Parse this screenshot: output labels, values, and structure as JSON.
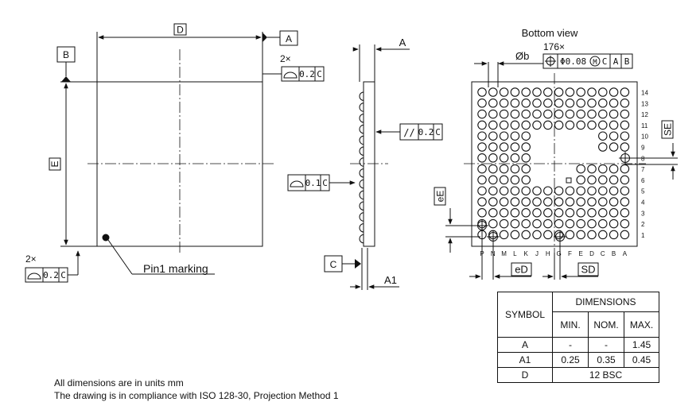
{
  "top_view": {
    "label_D": "D",
    "label_E": "E",
    "label_A": "A",
    "label_B": "B",
    "pin1_label": "Pin1 marking",
    "flatness_count_top": "2×",
    "flatness_value_top": "0.2",
    "flatness_datum_top": "C",
    "flatness_count_bottom": "2×",
    "flatness_value_bottom": "0.2",
    "flatness_datum_bottom": "C"
  },
  "side_view": {
    "label_A": "A",
    "label_A1": "A1",
    "label_C": "C",
    "parallelism_symbol": "//",
    "parallelism_value": "0.2",
    "parallelism_datum": "C",
    "flatness_value": "0.1",
    "flatness_datum": "C"
  },
  "bottom_view": {
    "title": "Bottom view",
    "ball_count": "176×",
    "label_b": "Øb",
    "position_tol": "Φ0.08",
    "mmc_symbol": "M",
    "datum_1": "C",
    "datum_2": "A",
    "datum_3": "B",
    "label_SE": "SE",
    "label_eE": "eE",
    "label_eD": "eD",
    "label_SD": "SD",
    "row_labels": [
      "14",
      "13",
      "12",
      "11",
      "10",
      "9",
      "8",
      "7",
      "6",
      "5",
      "4",
      "3",
      "2",
      "1"
    ],
    "col_labels": [
      "P",
      "N",
      "M",
      "L",
      "K",
      "J",
      "H",
      "G",
      "F",
      "E",
      "D",
      "C",
      "B",
      "A"
    ]
  },
  "table": {
    "symbol_header": "SYMBOL",
    "dimensions_header": "DIMENSIONS",
    "min_header": "MIN.",
    "nom_header": "NOM.",
    "max_header": "MAX.",
    "rows": [
      {
        "symbol": "A",
        "min": "-",
        "nom": "-",
        "max": "1.45"
      },
      {
        "symbol": "A1",
        "min": "0.25",
        "nom": "0.35",
        "max": "0.45"
      }
    ],
    "row_D": {
      "symbol": "D",
      "value": "12 BSC"
    }
  },
  "notes": {
    "line1": "All dimensions are in units mm",
    "line2": "The drawing is in compliance with ISO 128-30, Projection Method 1"
  }
}
